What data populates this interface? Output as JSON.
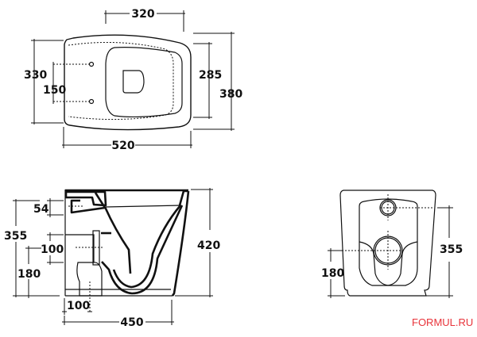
{
  "top_view": {
    "width_overall": "520",
    "width_top": "320",
    "depth_overall": "380",
    "depth_seat": "285",
    "depth_330": "330",
    "fixing_150": "150"
  },
  "side_view": {
    "height": "420",
    "height_355": "355",
    "inlet_54": "54",
    "outlet_100": "100",
    "outlet_180": "180",
    "floor_outlet_100": "100",
    "length": "450"
  },
  "rear_view": {
    "height_355": "355",
    "height_180": "180"
  },
  "watermark": "FORMUL.RU",
  "colors": {
    "line": "#111111",
    "watermark": "#e8333a"
  }
}
